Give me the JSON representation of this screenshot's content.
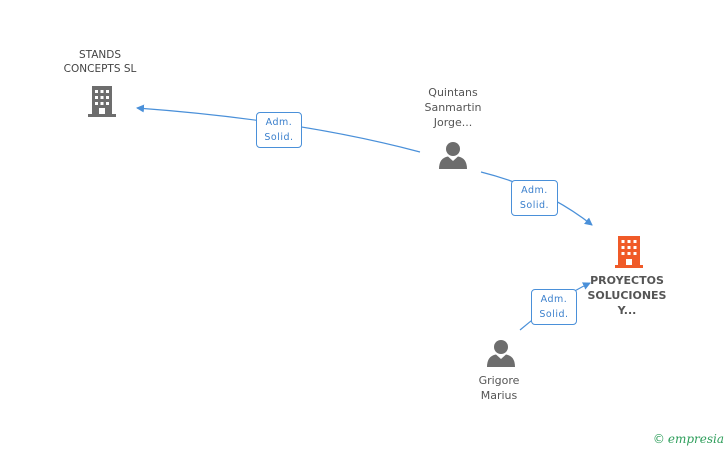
{
  "nodes": {
    "stands": {
      "line1": "STANDS",
      "line2": "CONCEPTS SL"
    },
    "quintans": {
      "line1": "Quintans",
      "line2": "Sanmartin",
      "line3": "Jorge..."
    },
    "proyectos": {
      "line1": "PROYECTOS",
      "line2": "SOLUCIONES",
      "line3": "Y..."
    },
    "grigore": {
      "line1": "Grigore",
      "line2": "Marius"
    }
  },
  "edges": [
    {
      "line1": "Adm.",
      "line2": "Solid."
    },
    {
      "line1": "Adm.",
      "line2": "Solid."
    },
    {
      "line1": "Adm.",
      "line2": "Solid."
    }
  ],
  "colors": {
    "edge": "#4a90d9",
    "building": "#6d6d6d",
    "highlight": "#f05a28",
    "person": "#6d6d6d"
  },
  "footer": {
    "copyright": "©",
    "brand": "empresia"
  }
}
